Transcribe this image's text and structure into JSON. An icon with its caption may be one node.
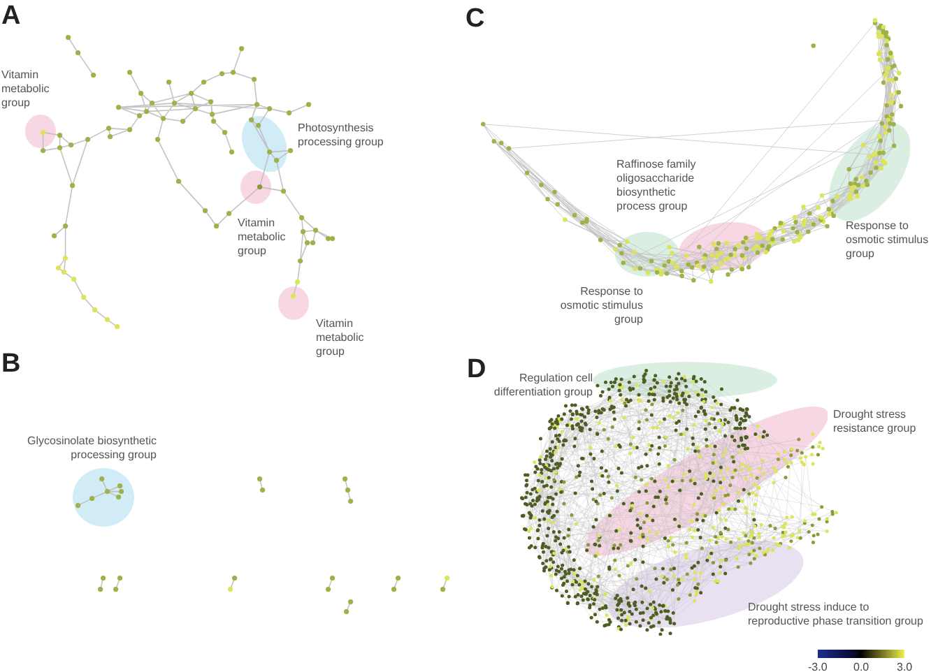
{
  "diagram": {
    "nodes": [
      {
        "text": [
          "Vitamin metabolic group"
        ]
      },
      {
        "text": [
          "Photosynthesis processing group"
        ]
      },
      {
        "text": [
          "Vitamin metabolic group"
        ]
      },
      {
        "text": [
          "Vitamin metabolic group"
        ]
      },
      {
        "text": [
          "Glycosinolate biosynthetic processing group"
        ]
      },
      {
        "text": [
          "Raffinose family oligosaccharide biosynthetic process group"
        ]
      },
      {
        "text": [
          "Response to osmotic stimulus group"
        ]
      },
      {
        "text": [
          "Response to osmotic stimulus group"
        ]
      },
      {
        "text": [
          "Regulation cell differentiation group"
        ]
      },
      {
        "text": [
          "Drought stress resistance group"
        ]
      },
      {
        "text": [
          "Drought stress induce to reproductive phase transition group"
        ]
      }
    ],
    "labels": [
      "A",
      "B",
      "C",
      "D",
      "-3.0",
      "0.0",
      "3.0"
    ]
  }
}
